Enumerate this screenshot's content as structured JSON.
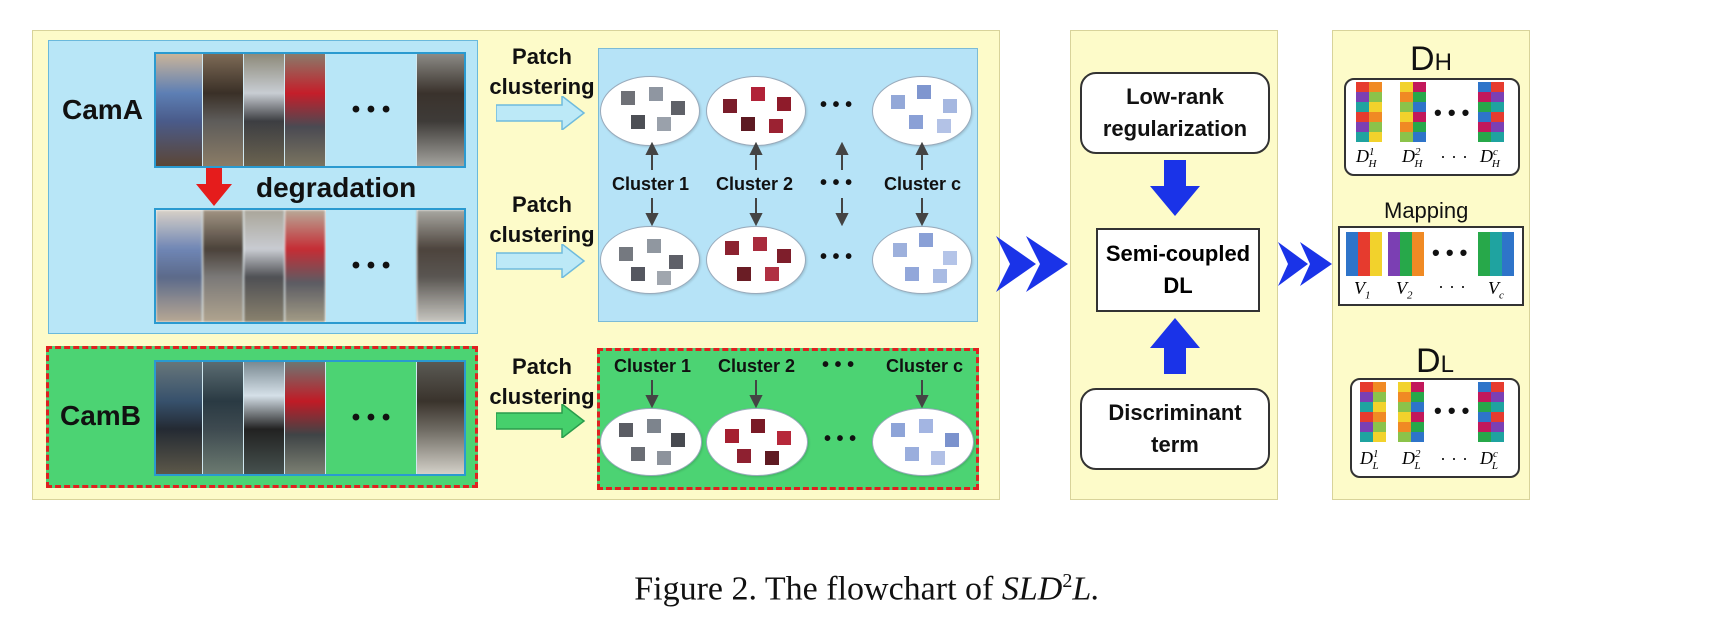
{
  "left_panel": {
    "cama_label": "CamA",
    "camb_label": "CamB",
    "degradation_label": "degradation",
    "ellipsis": "• • •",
    "patch_clustering_1": [
      "Patch",
      "clustering"
    ],
    "patch_clustering_2": [
      "Patch",
      "clustering"
    ],
    "patch_clustering_3": [
      "Patch",
      "clustering"
    ],
    "cluster_labels_a": [
      "Cluster 1",
      "Cluster 2",
      "• • •",
      "Cluster c"
    ],
    "cluster_labels_b": [
      "Cluster 1",
      "Cluster 2",
      "• • •",
      "Cluster c"
    ]
  },
  "middle_panel": {
    "low_rank": [
      "Low-rank",
      "regularization"
    ],
    "semi_coupled": [
      "Semi-coupled",
      "DL"
    ],
    "discriminant": [
      "Discriminant",
      "term"
    ]
  },
  "right_panel": {
    "dh_title": "D",
    "dh_sub": "H",
    "dl_title": "D",
    "dl_sub": "L",
    "mapping_label": "Mapping",
    "dh_items": [
      "D",
      "D",
      "D"
    ],
    "dh_subs": [
      "H",
      "H",
      "H"
    ],
    "dh_sups": [
      "1",
      "2",
      "c"
    ],
    "dl_items": [
      "D",
      "D",
      "D"
    ],
    "dl_subs": [
      "L",
      "L",
      "L"
    ],
    "dl_sups": [
      "1",
      "2",
      "c"
    ],
    "v_items": [
      "V",
      "V",
      "V"
    ],
    "v_subs": [
      "1",
      "2",
      "c"
    ],
    "dots": "• • •",
    "dots_small": "· · ·"
  },
  "caption": {
    "prefix": "Figure 2.  The flowchart of ",
    "formula": "SLD",
    "sup": "2",
    "suffix": "L."
  },
  "colors": {
    "panel_yellow": "#fdfbc9",
    "cama_blue": "#b8e6f7",
    "camb_green": "#4cd373",
    "dash_red": "#e02020",
    "arrow_blue": "#1a33e8",
    "arrow_red": "#e51c1c"
  }
}
